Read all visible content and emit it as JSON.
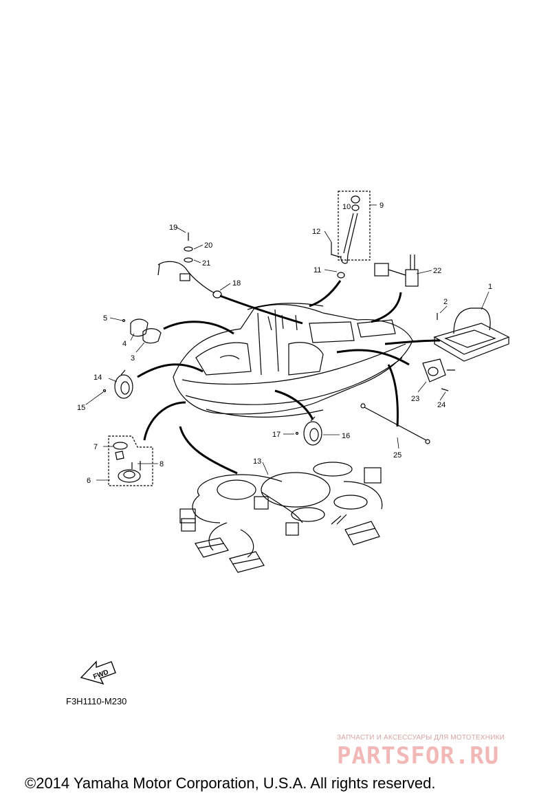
{
  "callouts": [
    {
      "id": "1",
      "label": "1"
    },
    {
      "id": "2",
      "label": "2"
    },
    {
      "id": "3",
      "label": "3"
    },
    {
      "id": "4",
      "label": "4"
    },
    {
      "id": "5",
      "label": "5"
    },
    {
      "id": "6",
      "label": "6"
    },
    {
      "id": "7",
      "label": "7"
    },
    {
      "id": "8",
      "label": "8"
    },
    {
      "id": "9",
      "label": "9"
    },
    {
      "id": "10",
      "label": "10"
    },
    {
      "id": "11",
      "label": "11"
    },
    {
      "id": "12",
      "label": "12"
    },
    {
      "id": "13",
      "label": "13"
    },
    {
      "id": "14",
      "label": "14"
    },
    {
      "id": "15",
      "label": "15"
    },
    {
      "id": "16",
      "label": "16"
    },
    {
      "id": "17",
      "label": "17"
    },
    {
      "id": "18",
      "label": "18"
    },
    {
      "id": "19",
      "label": "19"
    },
    {
      "id": "20",
      "label": "20"
    },
    {
      "id": "21",
      "label": "21"
    },
    {
      "id": "22",
      "label": "22"
    },
    {
      "id": "23",
      "label": "23"
    },
    {
      "id": "24",
      "label": "24"
    },
    {
      "id": "25",
      "label": "25"
    }
  ],
  "fwd_label": "FWD",
  "diagram_code": "F3H1110-M230",
  "watermark_top": "ЗАПЧАСТИ И АКСЕССУАРЫ ДЛЯ МОТОТЕХНИКИ",
  "watermark_logo": "PARTSFOR.RU",
  "copyright": "©2014 Yamaha Motor Corporation, U.S.A. All rights reserved.",
  "colors": {
    "line": "#000000",
    "watermark": "#f2b8b8"
  }
}
